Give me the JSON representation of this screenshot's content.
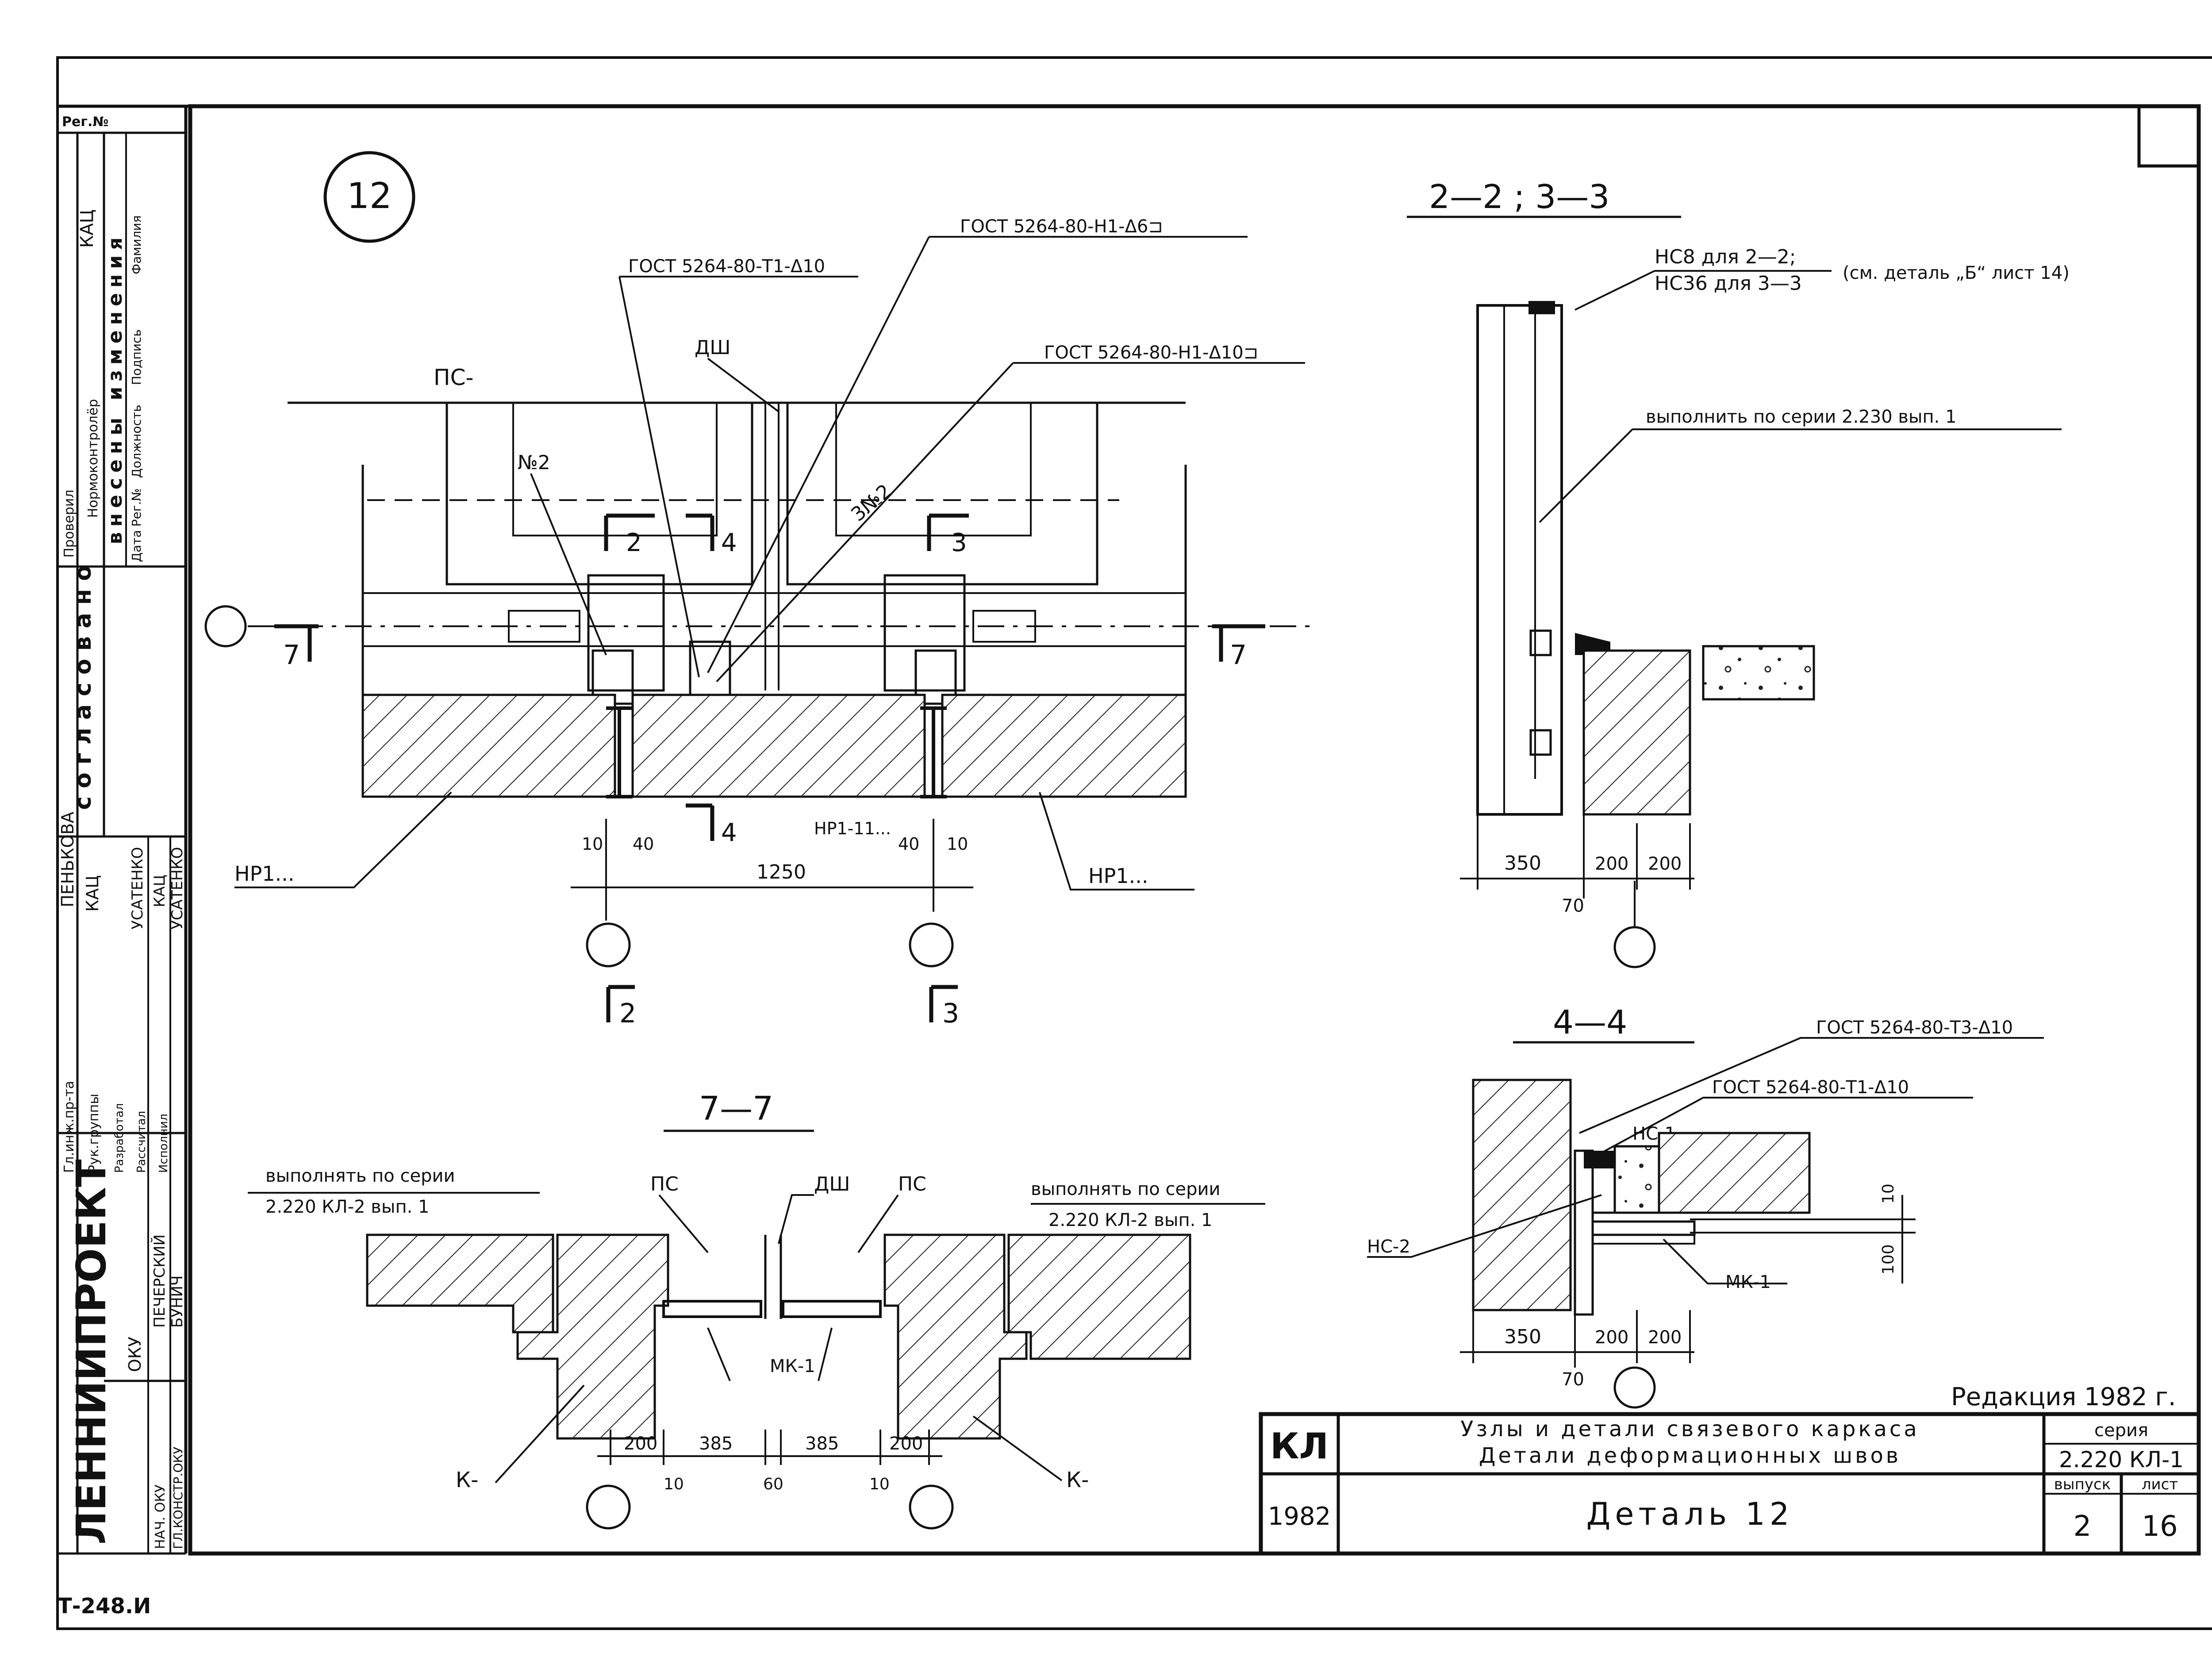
{
  "sheet": {
    "reg_label": "Рег.№",
    "bottom_code": "Т-248.И",
    "detail_number": "12",
    "edition": "Редакция 1982 г."
  },
  "side_block": {
    "checked": "Проверил",
    "norm_control": "Нормоконтролёр",
    "changes_header": "внесены изменения",
    "change_cols": [
      "Дата",
      "Рег.№",
      "Должность",
      "Подпись",
      "Фамилия"
    ],
    "kach": "КАЦ",
    "agreed": "согласовано",
    "roles": [
      {
        "role": "Гл.инж.пр-та",
        "name": "ПЕНЬКОВА"
      },
      {
        "role": "Рук.группы",
        "name": "КАЦ"
      },
      {
        "role": "Разработал",
        "name": "УСАТЕНКО"
      },
      {
        "role": "Рассчитал",
        "name": "КАЦ"
      },
      {
        "role": "Исполнил",
        "name": "УСАТЕНКО"
      }
    ],
    "dept": "ОКУ",
    "heads": [
      {
        "role": "НАЧ. ОКУ",
        "name": "ПЕЧЕРСКИЙ"
      },
      {
        "role": "ГЛ.КОНСТР.ОКУ",
        "name": "БУНИЧ"
      }
    ],
    "org": "ЛЕННИИПРОЕКТ"
  },
  "plan_view": {
    "gost_1": "ГОСТ 5264-80-Т1-Δ10",
    "gost_2": "ГОСТ 5264-80-Н1-Δ6⊐",
    "gost_3": "ГОСТ 5264-80-Н1-Δ10⊐",
    "ps": "ПС-",
    "dsh": "ДШ",
    "n2": "№2",
    "n3": "3№2",
    "cut2": "2",
    "cut3": "3",
    "cut4": "4",
    "cut7": "7",
    "np1_left": "НР1...",
    "np1_mid": "НР1-11...",
    "np1_right": "НР1...",
    "dim_10a": "10",
    "dim_40a": "40",
    "dim_1250": "1250",
    "dim_40b": "40",
    "dim_10b": "10"
  },
  "section_22": {
    "title": "2—2 ; 3—3",
    "hc8": "НС8 для 2—2;",
    "hc36": "НС36 для 3—3",
    "see": "(см. деталь „Б“ лист 14)",
    "series_note": "выполнить по серии 2.230 вып. 1",
    "dim_350": "350",
    "dim_200": "200",
    "dim_200b": "200",
    "dim_70": "70"
  },
  "section_44": {
    "title": "4—4",
    "gost_a": "ГОСТ 5264-80-Т3-Δ10",
    "gost_b": "ГОСТ 5264-80-Т1-Δ10",
    "nc1": "НС-1",
    "nc2": "НС-2",
    "mk1": "МК-1",
    "dim_10": "10",
    "dim_100": "100",
    "dim_350": "350",
    "dim_200": "200",
    "dim_200b": "200",
    "dim_70": "70"
  },
  "section_77": {
    "title": "7—7",
    "series_left_1": "выполнять по серии",
    "series_left_2": "2.220 КЛ-2 вып. 1",
    "series_right_1": "выполнять по серии",
    "series_right_2": "2.220 КЛ-2 вып. 1",
    "ps_a": "ПС",
    "ps_b": "ПС",
    "dsh": "ДШ",
    "mk1": "МК-1",
    "k_left": "К-",
    "k_right": "К-",
    "dim_200a": "200",
    "dim_385a": "385",
    "dim_385b": "385",
    "dim_200b": "200",
    "dim_10a": "10",
    "dim_60": "60",
    "dim_10b": "10"
  },
  "title_block": {
    "kl": "КЛ",
    "year": "1982",
    "line1": "Узлы и детали связевого каркаса",
    "line2": "Детали деформационных швов",
    "detail": "Деталь 12",
    "series_label": "серия",
    "series_value": "2.220 КЛ-1",
    "issue_label": "выпуск",
    "issue_value": "2",
    "sheet_label": "лист",
    "sheet_value": "16"
  }
}
